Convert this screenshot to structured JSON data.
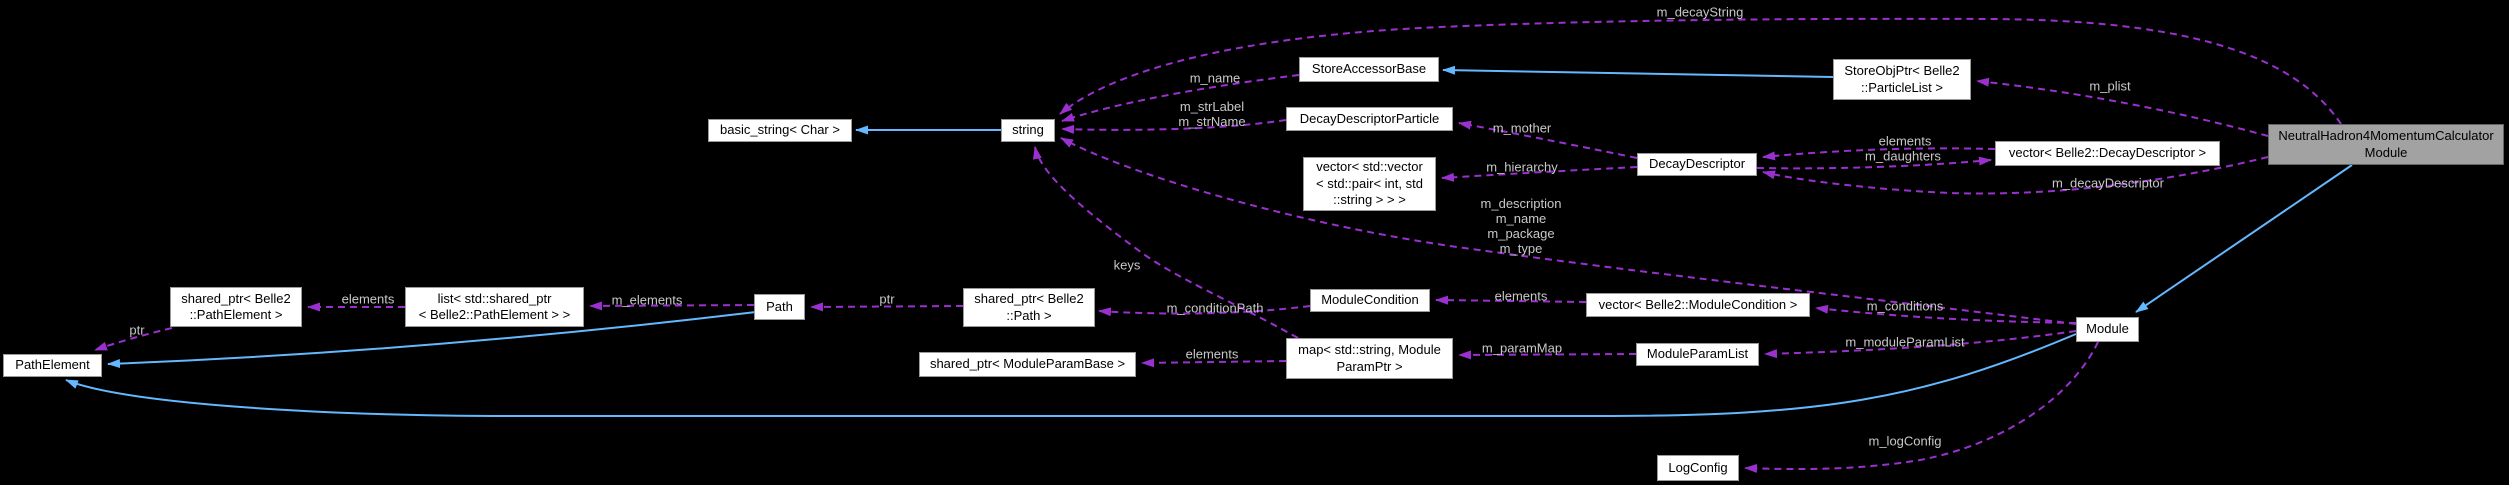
{
  "diagram_type": "doxygen-collaboration-graph",
  "colors": {
    "background": "#000000",
    "node_fill": "#ffffff",
    "node_border": "#9a9a9a",
    "main_node_fill": "#a2a2a2",
    "main_node_border": "#646464",
    "usage_edge": "#9b30d0",
    "inheritance_edge": "#63b8ff",
    "edge_label": "#c8c8c8"
  },
  "nodes": [
    {
      "id": "basic-string",
      "label": "basic_string< Char >"
    },
    {
      "id": "string",
      "label": "string"
    },
    {
      "id": "store-accessor-base",
      "label": "StoreAccessorBase"
    },
    {
      "id": "decay-descriptor-particle",
      "label": "DecayDescriptorParticle"
    },
    {
      "id": "vector-pair",
      "label": "vector< std::vector\n< std::pair< int, std\n::string > > >"
    },
    {
      "id": "decay-descriptor",
      "label": "DecayDescriptor"
    },
    {
      "id": "store-obj-ptr",
      "label": "StoreObjPtr< Belle2\n::ParticleList >"
    },
    {
      "id": "vector-decay-descriptor",
      "label": "vector< Belle2::DecayDescriptor >"
    },
    {
      "id": "main-module",
      "label": "NeutralHadron4MomentumCalculator\nModule"
    },
    {
      "id": "path-element",
      "label": "PathElement"
    },
    {
      "id": "shared-ptr-path-element",
      "label": "shared_ptr< Belle2\n::PathElement >"
    },
    {
      "id": "list-shared-ptr",
      "label": "list< std::shared_ptr\n< Belle2::PathElement > >"
    },
    {
      "id": "path",
      "label": "Path"
    },
    {
      "id": "shared-ptr-path",
      "label": "shared_ptr< Belle2\n::Path >"
    },
    {
      "id": "shared-ptr-module-param-base",
      "label": "shared_ptr< ModuleParamBase >"
    },
    {
      "id": "module-condition",
      "label": "ModuleCondition"
    },
    {
      "id": "map-param",
      "label": "map< std::string, Module\nParamPtr >"
    },
    {
      "id": "vector-module-condition",
      "label": "vector< Belle2::ModuleCondition >"
    },
    {
      "id": "module-param-list",
      "label": "ModuleParamList"
    },
    {
      "id": "module",
      "label": "Module"
    },
    {
      "id": "log-config",
      "label": "LogConfig"
    }
  ],
  "edge_labels": [
    {
      "label": "m_decayString"
    },
    {
      "label": "m_name"
    },
    {
      "label": "m_strLabel\nm_strName"
    },
    {
      "label": "m_mother"
    },
    {
      "label": "m_hierarchy"
    },
    {
      "label": "m_description\nm_name\nm_package\nm_type"
    },
    {
      "label": "elements"
    },
    {
      "label": "m_daughters"
    },
    {
      "label": "m_plist"
    },
    {
      "label": "m_decayDescriptor"
    },
    {
      "label": "keys"
    },
    {
      "label": "elements"
    },
    {
      "label": "ptr"
    },
    {
      "label": "m_elements"
    },
    {
      "label": "ptr"
    },
    {
      "label": "m_conditionPath"
    },
    {
      "label": "elements"
    },
    {
      "label": "elements"
    },
    {
      "label": "m_paramMap"
    },
    {
      "label": "m_conditions"
    },
    {
      "label": "m_moduleParamList"
    },
    {
      "label": "m_logConfig"
    }
  ]
}
